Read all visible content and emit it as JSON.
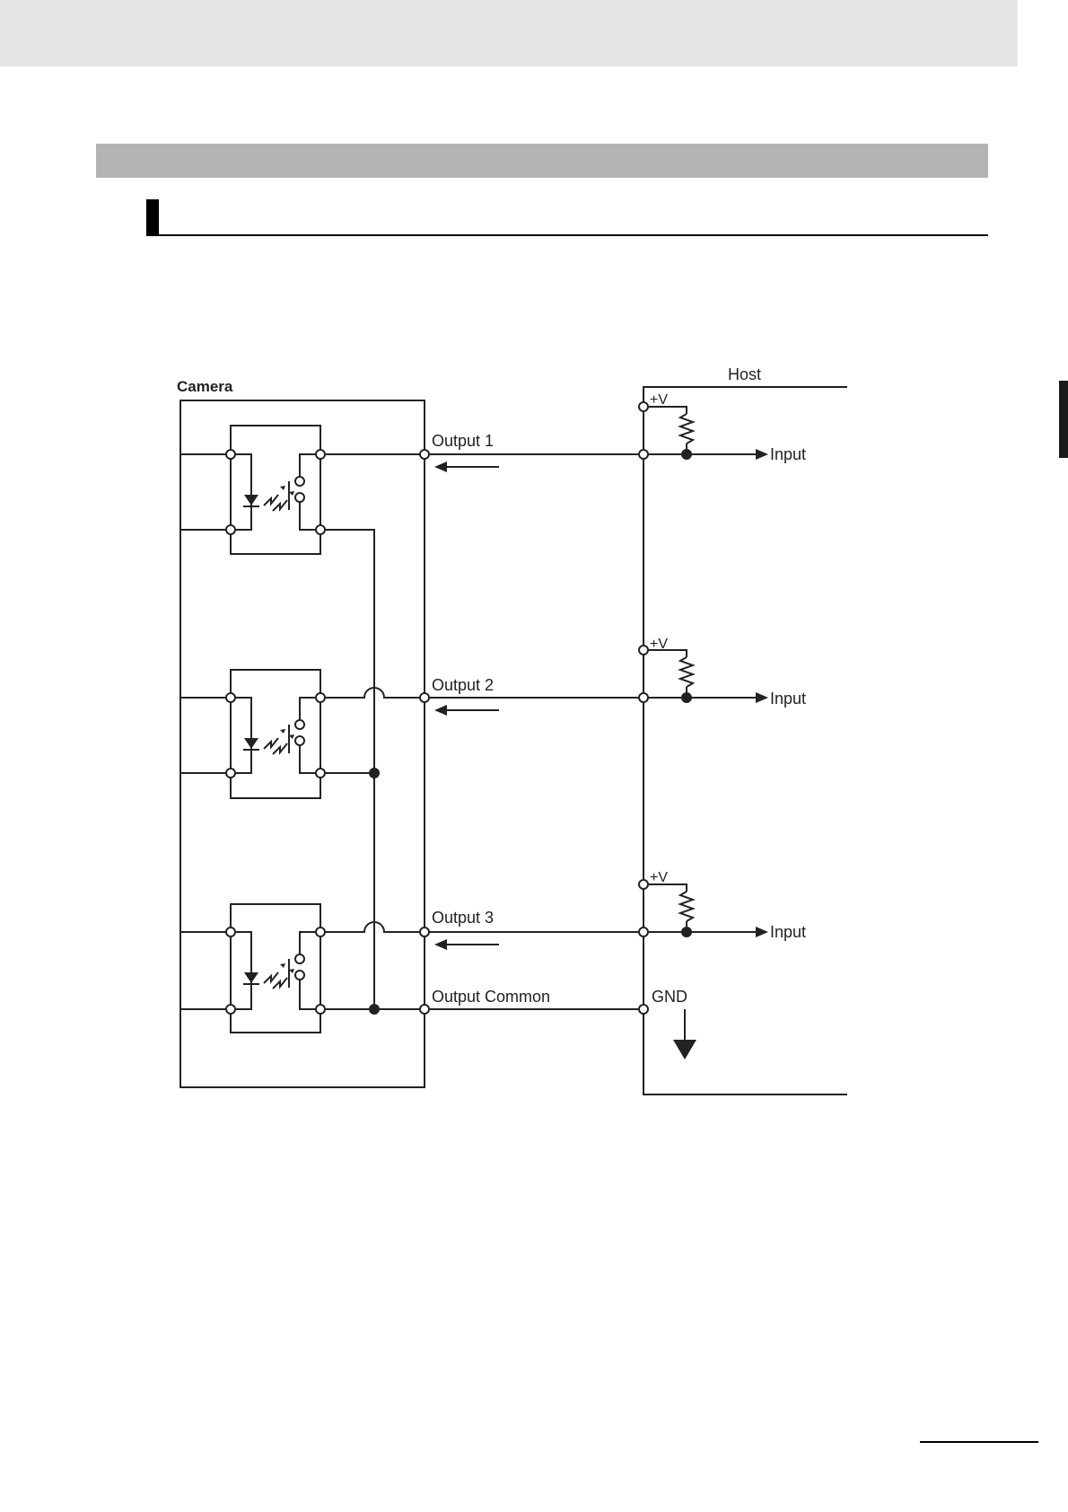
{
  "diagram": {
    "camera_label": "Camera",
    "host_label": "Host",
    "outputs": [
      {
        "label": "Output 1"
      },
      {
        "label": "Output 2"
      },
      {
        "label": "Output 3"
      }
    ],
    "common_label": "Output Common",
    "supply_label": "+V",
    "input_label": "Input",
    "ground_label": "GND"
  },
  "colors": {
    "line": "#222222",
    "section_bar": "#b3b3b3",
    "header_band": "#e6e6e6"
  }
}
